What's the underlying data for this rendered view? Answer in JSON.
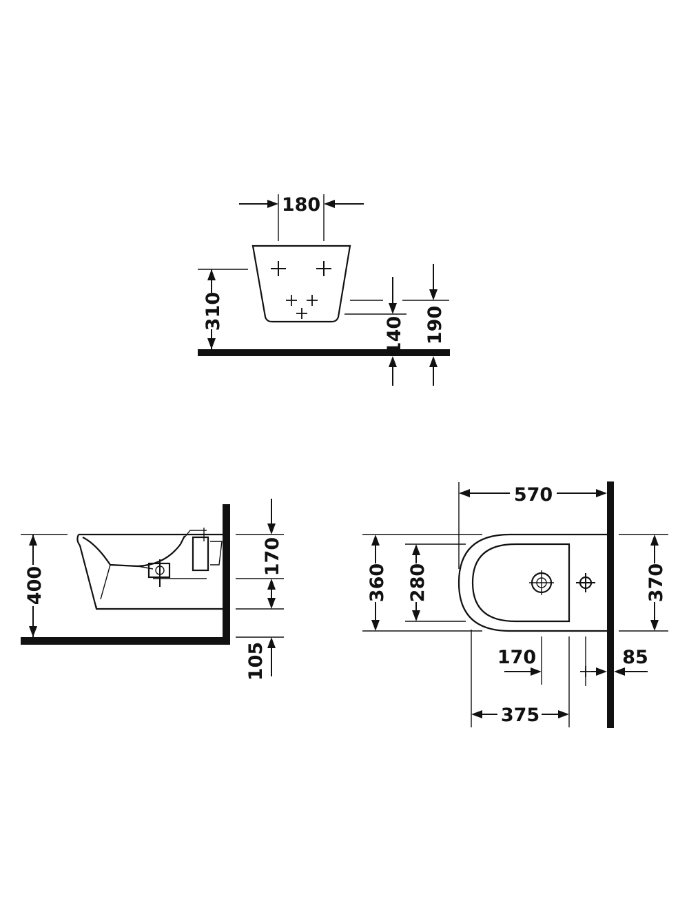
{
  "views": {
    "front": {
      "width_180": "180",
      "height_310": "310",
      "inlet_140": "140",
      "inlet_190": "190"
    },
    "side": {
      "height_400": "400",
      "depth_170": "170",
      "offset_105": "105"
    },
    "top": {
      "length_570": "570",
      "width_360": "360",
      "inner_280": "280",
      "width_370": "370",
      "offset_170": "170",
      "offset_375": "375",
      "offset_85": "85"
    }
  },
  "icons": {
    "fixing_point": "crosshair-icon",
    "tap_hole": "tap-hole-icon"
  }
}
